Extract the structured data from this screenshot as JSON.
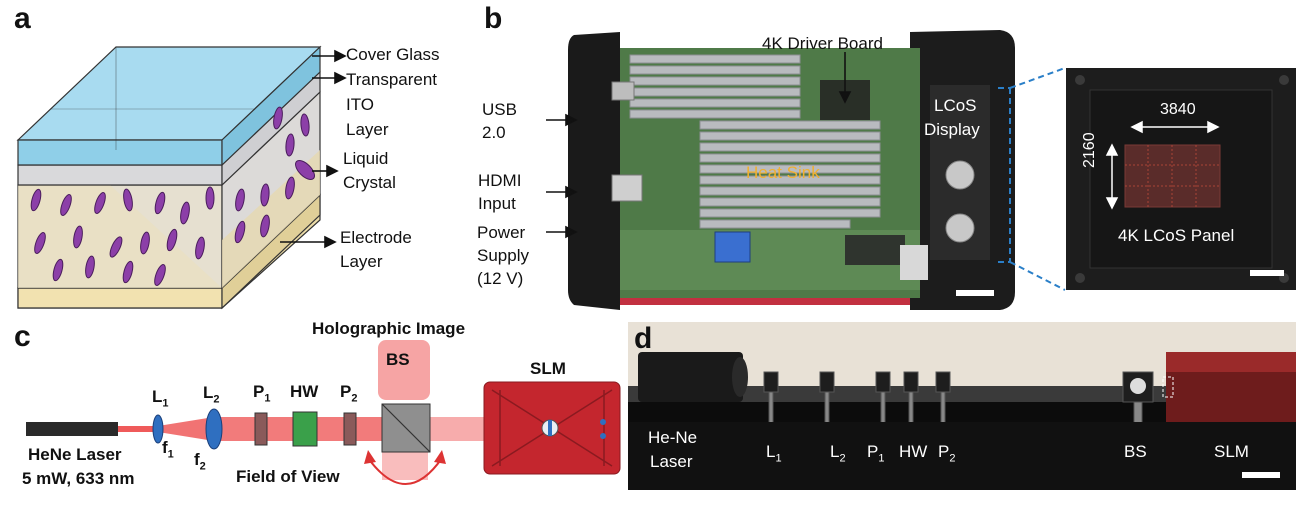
{
  "panels": {
    "a": "a",
    "b": "b",
    "c": "c",
    "d": "d"
  },
  "panel_a": {
    "cover_glass": "Cover Glass",
    "ito_1": "Transparent",
    "ito_2": "ITO",
    "ito_3": "Layer",
    "lc_1": "Liquid",
    "lc_2": "Crystal",
    "electrode_1": "Electrode",
    "electrode_2": "Layer"
  },
  "panel_b": {
    "driver_board": "4K Driver Board",
    "usb_1": "USB",
    "usb_2": "2.0",
    "hdmi_1": "HDMI",
    "hdmi_2": "Input",
    "power_1": "Power",
    "power_2": "Supply",
    "power_3": "(12 V)",
    "heat_sink": "Heat Sink",
    "lcos_1": "LCoS",
    "lcos_2": "Display",
    "width_px": "3840",
    "height_px": "2160",
    "panel_name": "4K LCoS Panel"
  },
  "panel_c": {
    "holographic_image": "Holographic Image",
    "laser_1": "HeNe Laser",
    "laser_2": "5 mW, 633 nm",
    "l1": "L",
    "l1_sub": "1",
    "l2": "L",
    "l2_sub": "2",
    "f1": "f",
    "f1_sub": "1",
    "f2": "f",
    "f2_sub": "2",
    "p1": "P",
    "p1_sub": "1",
    "hw": "HW",
    "p2": "P",
    "p2_sub": "2",
    "bs": "BS",
    "slm": "SLM",
    "fov": "Field of View"
  },
  "panel_d": {
    "laser_1": "He-Ne",
    "laser_2": "Laser",
    "l1": "L",
    "l1_sub": "1",
    "l2": "L",
    "l2_sub": "2",
    "p1": "P",
    "p1_sub": "1",
    "hw": "HW",
    "p2": "P",
    "p2_sub": "2",
    "bs": "BS",
    "slm": "SLM"
  },
  "colors": {
    "beam": "#ef5a5a",
    "glass": "#9fd8ee",
    "electrode": "#e9dcae",
    "lc_molecule": "#8c3fa8",
    "lens": "#2f6fc0",
    "halfwave": "#3aa04a",
    "slm_body": "#c4262e",
    "heat_sink_text": "#f0b030"
  }
}
